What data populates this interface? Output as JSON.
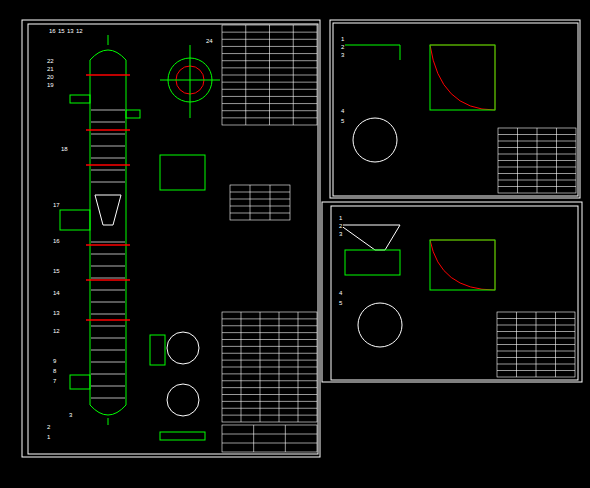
{
  "diagram": {
    "labels": [
      "16",
      "15",
      "13",
      "12",
      "22",
      "21",
      "20",
      "19",
      "18",
      "17",
      "16",
      "15",
      "14",
      "13",
      "12",
      "9",
      "8",
      "7",
      "3",
      "2",
      "1",
      "24",
      "1",
      "2",
      "3",
      "4",
      "5",
      "1",
      "2",
      "3",
      "4",
      "5"
    ]
  }
}
